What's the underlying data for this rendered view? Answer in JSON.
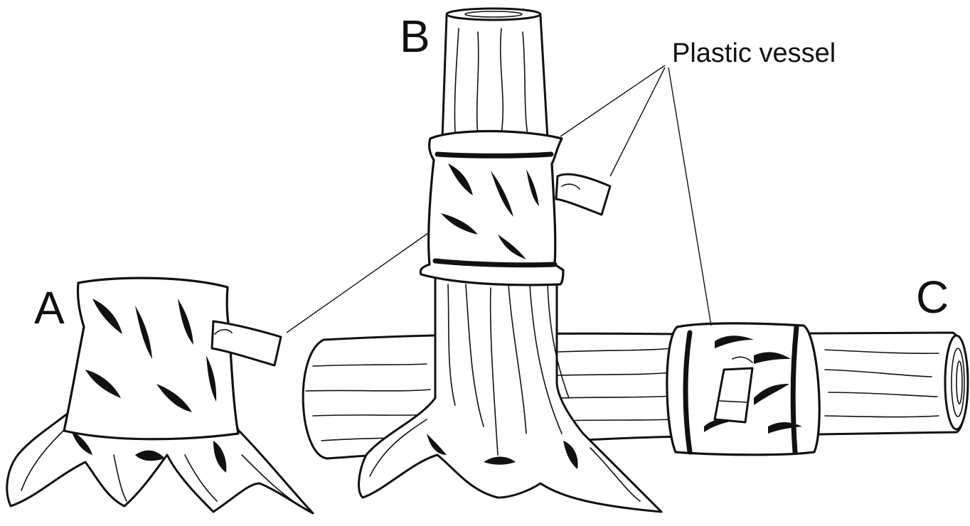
{
  "labels": {
    "a": "A",
    "b": "B",
    "c": "C",
    "callout": "Plastic vessel"
  },
  "colors": {
    "ink": "#111111",
    "background": "#ffffff"
  }
}
